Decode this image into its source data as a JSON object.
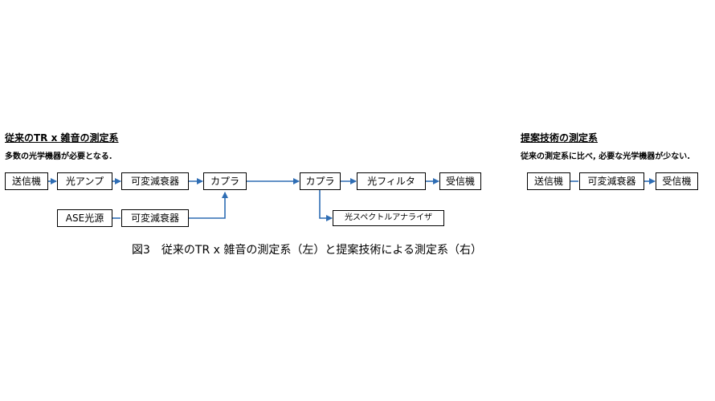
{
  "left": {
    "title": "従来のTR x 雑音の測定系",
    "subtitle": "多数の光学機器が必要となる.",
    "nodes": {
      "tx": "送信機",
      "amp": "光アンプ",
      "att1": "可変減衰器",
      "coupler1": "カプラ",
      "coupler2": "カプラ",
      "filter": "光フィルタ",
      "rx": "受信機",
      "ase": "ASE光源",
      "att2": "可変減衰器",
      "osa": "光スペクトルアナライザ"
    }
  },
  "right": {
    "title": "提案技術の測定系",
    "subtitle": "従来の測定系に比べ, 必要な光学機器が少ない.",
    "nodes": {
      "tx": "送信機",
      "att": "可変減衰器",
      "rx": "受信機"
    }
  },
  "caption": "図3　従来のTR x 雑音の測定系（左）と提案技術による測定系（右）",
  "colors": {
    "arrow": "#2e6db4",
    "box_border": "#000000"
  }
}
